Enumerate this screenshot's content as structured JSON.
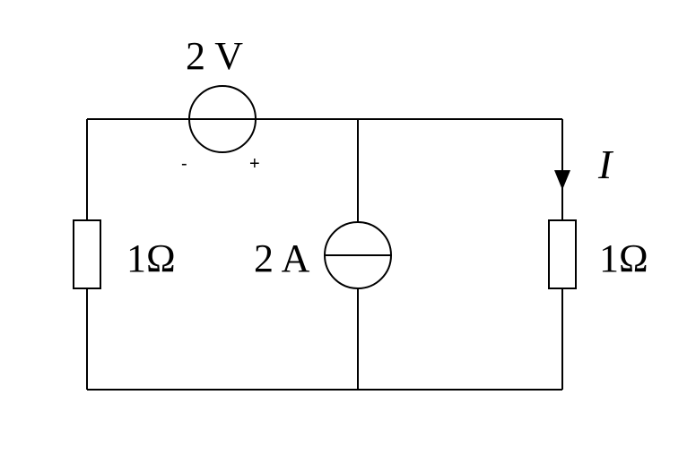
{
  "voltage_source": {
    "label": "2 V",
    "minus_sign": "-",
    "plus_sign": "+"
  },
  "current_source": {
    "label": "2 A"
  },
  "left_resistor": {
    "label": "1Ω"
  },
  "right_resistor": {
    "label": "1Ω"
  },
  "branch_current": {
    "label": "I"
  }
}
